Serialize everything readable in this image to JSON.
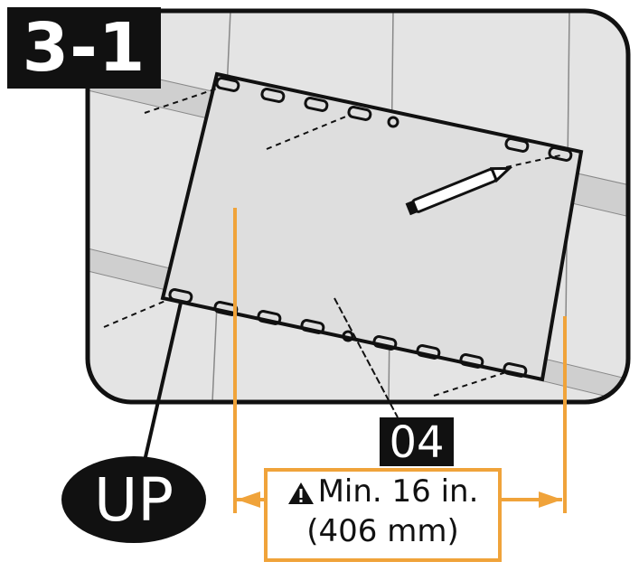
{
  "step_label": "3-1",
  "part_label": "04",
  "orientation_label": "UP",
  "spacing": {
    "line1": "Min. 16 in.",
    "line2": "(406 mm)"
  },
  "colors": {
    "accent": "#f0a33a",
    "panel": "#e4e4e4",
    "ink": "#111111"
  },
  "icons": [
    "warning-icon",
    "pencil-icon",
    "arrow-left-icon",
    "arrow-right-icon"
  ]
}
